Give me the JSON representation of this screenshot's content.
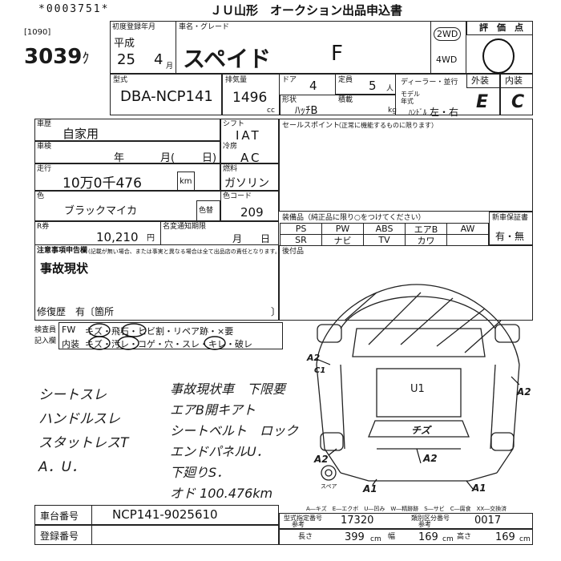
{
  "header": {
    "serial": "*0003751*",
    "title": "ＪＵ山形　オークション出品申込書",
    "code": "[1090]",
    "lot": "3039",
    "lot_suffix": "ｸ"
  },
  "first_reg": {
    "label": "初度登録年月",
    "era": "平成",
    "year": "25",
    "month": "4",
    "month_unit": "月"
  },
  "car_name": {
    "label": "車名・グレード",
    "name": "スペイド",
    "grade": "F"
  },
  "drive": {
    "two": "2WD",
    "four": "4WD"
  },
  "rating": {
    "label": "評　価　点",
    "value": "0"
  },
  "model": {
    "label": "型式",
    "value": "DBA-NCP141"
  },
  "displacement": {
    "label": "排気量",
    "value": "1496",
    "unit": "cc"
  },
  "doors": {
    "label": "ドア",
    "value": "4"
  },
  "capacity": {
    "label": "定員",
    "value": "5",
    "unit": "人"
  },
  "body_type": {
    "label": "形状",
    "value": "ﾊｯﾁB"
  },
  "load": {
    "label": "積載",
    "unit": "kg"
  },
  "dealer": {
    "label": "ディーラー・並行"
  },
  "model_year": {
    "label1": "モデル",
    "label2": "年式"
  },
  "handle": {
    "label": "ﾊﾝﾄﾞﾙ",
    "value": "左・右"
  },
  "grades": {
    "exterior_label": "外装",
    "interior_label": "内装",
    "exterior": "E",
    "interior": "C"
  },
  "usage": {
    "label": "車歴",
    "value": "自家用"
  },
  "shift": {
    "label": "シフト",
    "value": "IAT"
  },
  "inspection": {
    "label": "車検",
    "year": "年",
    "month": "月(",
    "day": "日)"
  },
  "ac": {
    "label": "冷房",
    "value": "AC"
  },
  "mileage": {
    "label": "走行",
    "value": "10万0千476",
    "unit": "km"
  },
  "fuel": {
    "label": "燃料",
    "value": "ガソリン"
  },
  "color": {
    "label": "色",
    "value": "ブラックマイカ",
    "change_label": "色替"
  },
  "color_code": {
    "label": "色コード",
    "value": "209"
  },
  "recycle": {
    "label": "R券",
    "value": "10,210",
    "unit": "円"
  },
  "name_change": {
    "label": "名変通知期限",
    "month": "月",
    "day": "日"
  },
  "notice": {
    "label": "注意事項申告欄",
    "sub": "(記載が無い場合、または事実と異なる場合は全て出品店の責任となります。)",
    "value": "事故現状"
  },
  "repair": {
    "label": "修復歴　有〔箇所",
    "close": "〕"
  },
  "sales_point": {
    "label": "セールスポイント",
    "sub": "（正常に機能するものに限ります）"
  },
  "equipment": {
    "label": "装備品（純正品に限り○をつけてください）",
    "row1": [
      "PS",
      "PW",
      "ABS",
      "エアB",
      "AW"
    ],
    "row2": [
      "SR",
      "ナビ",
      "TV",
      "カワ",
      ""
    ]
  },
  "new_warranty": {
    "label": "新車保証書",
    "value": "有・無"
  },
  "aftermarket": {
    "label": "後付品"
  },
  "inspector": {
    "label1": "検査員",
    "label2": "記入欄",
    "fw_label": "FW",
    "fw_items": "キズ・飛石・ヒビ割・リペア跡・×要",
    "in_label": "内装",
    "in_items": "キズ・汚レ・コゲ・穴・スレ・キレ・破レ"
  },
  "notes_left": [
    "シートスレ",
    "ハンドルスレ",
    "スタットレスT",
    "A．U．"
  ],
  "notes_right": [
    "事故現状車　下限要",
    "エアB開キアト",
    "シートベルト　ロック",
    "エンドパネルU．",
    "下廻りS．",
    "オド 100.476km"
  ],
  "diagram_marks": {
    "a2c1": "A2",
    "c1": "C1",
    "u1": "U1",
    "a2r": "A2",
    "cheese": "チズ",
    "a2b": "A2",
    "a2l": "A2",
    "a1l": "A1",
    "a1r": "A1",
    "spare": "スペア"
  },
  "legend": "A―キズ　E―エクボ　U―凹み　W―精跡跡　S―サビ　C―腐食　XX―交換済",
  "frame": {
    "label": "車台番号",
    "value": "NCP141-9025610"
  },
  "registration": {
    "label": "登録番号"
  },
  "model_code": {
    "label1": "型式指定番号",
    "label2": "参考",
    "value": "17320"
  },
  "category_code": {
    "label1": "類別区分番号",
    "label2": "参考",
    "value": "0017"
  },
  "dimensions": {
    "length_label": "長さ",
    "length": "399",
    "width_label": "幅",
    "width": "169",
    "height_label": "高さ",
    "height": "169",
    "unit": "cm"
  }
}
